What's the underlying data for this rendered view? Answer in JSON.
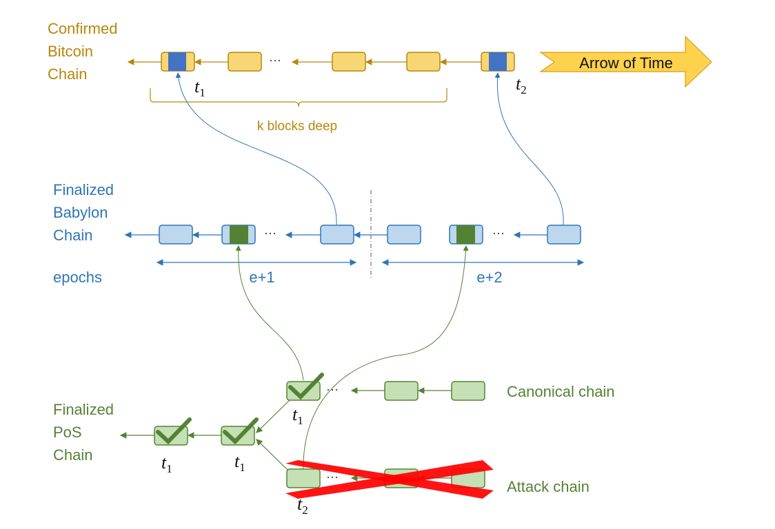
{
  "bitcoin": {
    "label_lines": [
      "Confirmed",
      "Bitcoin",
      "Chain"
    ],
    "t1": "t",
    "t1_sub": "1",
    "t2": "t",
    "t2_sub": "2",
    "dots": "···",
    "depth_label": "k blocks deep",
    "color": "#b8860b",
    "block_fill": "#f7d774",
    "checkpoint_fill": "#4472c4"
  },
  "arrow_of_time": {
    "label": "Arrow of Time",
    "fill": "#ffd24d"
  },
  "babylon": {
    "label_lines": [
      "Finalized",
      "Babylon",
      "Chain"
    ],
    "epochs_label": "epochs",
    "epoch1": "e+1",
    "epoch2": "e+2",
    "dots": "···",
    "color": "#2e75b6",
    "block_fill": "#bdd7ee",
    "checkpoint_fill": "#548235"
  },
  "pos": {
    "label_lines": [
      "Finalized",
      "PoS",
      "Chain"
    ],
    "canonical_label": "Canonical chain",
    "attack_label": "Attack chain",
    "t1": "t",
    "t1_sub": "1",
    "t2": "t",
    "t2_sub": "2",
    "dots": "···",
    "color": "#548235",
    "block_fill": "#c5e0b4",
    "cross_color": "#ff0000"
  }
}
